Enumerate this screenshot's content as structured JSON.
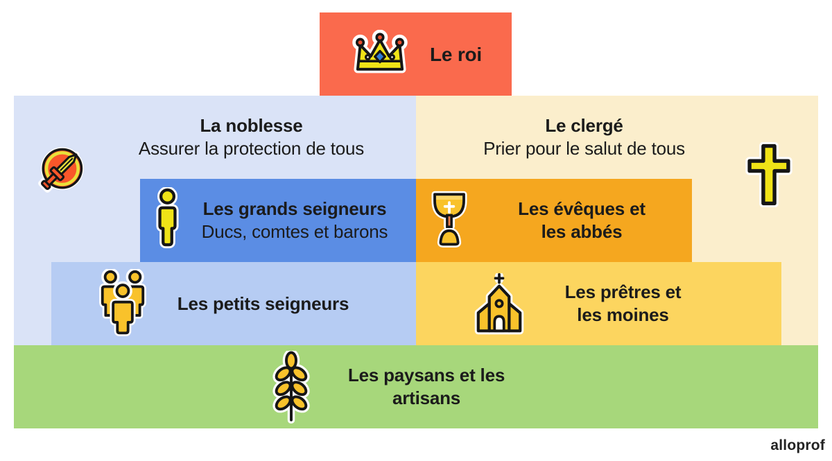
{
  "palette": {
    "page_bg": "#FFFFFF",
    "text": "#1B1B1B",
    "king_bg": "#FA6A4D",
    "noblesse_bg": "#DAE3F7",
    "clerge_bg": "#FBEECC",
    "grands_bg": "#5B8DE4",
    "eveques_bg": "#F5A71F",
    "petits_bg": "#B6CCF3",
    "pretres_bg": "#FCD55F",
    "paysans_bg": "#A7D77B",
    "icon_yellow": "#F0E317",
    "icon_gold": "#F9C22B",
    "icon_red": "#F9572A",
    "icon_outline": "#161616",
    "icon_sticker": "#FFFFFF"
  },
  "pyramid": {
    "king": {
      "label": "Le roi",
      "icon": "crown-icon"
    },
    "noblesse": {
      "title": "La noblesse",
      "subtitle": "Assurer la protection de tous",
      "icon": "sword-icon"
    },
    "clerge": {
      "title": "Le clergé",
      "subtitle": "Prier pour le salut de tous",
      "icon": "cross-icon"
    },
    "grands_seigneurs": {
      "title": "Les grands seigneurs",
      "subtitle": "Ducs, comtes et barons",
      "icon": "person-icon"
    },
    "eveques": {
      "line1": "Les évêques et",
      "line2": "les abbés",
      "icon": "chalice-icon"
    },
    "petits_seigneurs": {
      "title": "Les petits seigneurs",
      "icon": "people-group-icon"
    },
    "pretres": {
      "line1": "Les prêtres et",
      "line2": "les moines",
      "icon": "church-icon"
    },
    "paysans": {
      "title": "Les paysans et les artisans",
      "icon": "wheat-icon"
    }
  },
  "footer": {
    "logo_text": "alloprof"
  }
}
